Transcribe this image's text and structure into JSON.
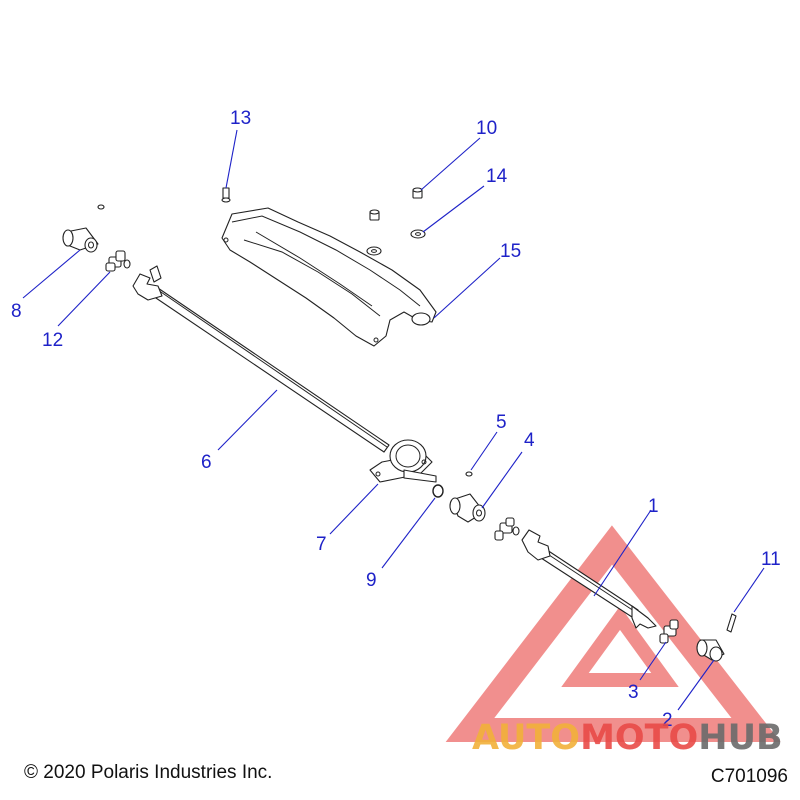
{
  "callouts": [
    {
      "number": "1"
    },
    {
      "number": "2"
    },
    {
      "number": "3"
    },
    {
      "number": "4"
    },
    {
      "number": "5"
    },
    {
      "number": "6"
    },
    {
      "number": "7"
    },
    {
      "number": "8"
    },
    {
      "number": "9"
    },
    {
      "number": "10"
    },
    {
      "number": "11"
    },
    {
      "number": "12"
    },
    {
      "number": "13"
    },
    {
      "number": "14"
    },
    {
      "number": "15"
    }
  ],
  "footer": {
    "copyright": "© 2020 Polaris Industries Inc.",
    "drawing_code": "C701096"
  },
  "watermark": {
    "word_auto": "AUTO",
    "word_moto": "MOTO",
    "word_hub": "HUB",
    "colors": {
      "triangle": "#e94b48",
      "auto": "#f2b13a",
      "moto": "#e94b48",
      "hub": "#6b6b6b"
    }
  },
  "colors": {
    "callout": "#1e22c8",
    "linework": "#222222"
  }
}
